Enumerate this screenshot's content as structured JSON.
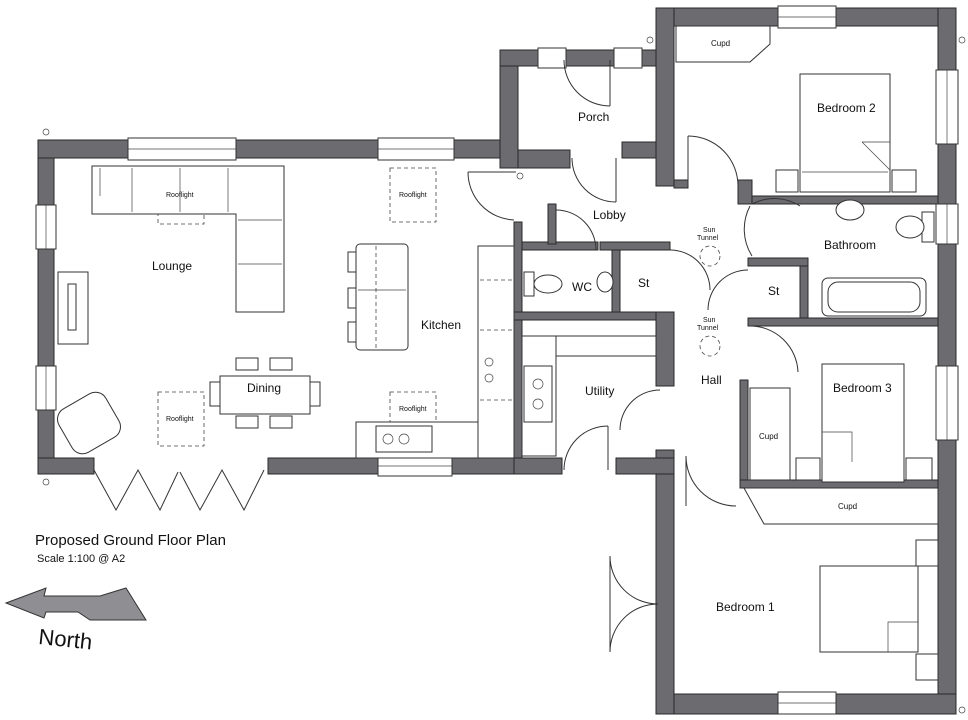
{
  "plan": {
    "title": "Proposed Ground Floor Plan",
    "scale": "Scale 1:100 @ A2",
    "north_label": "North"
  },
  "rooms": {
    "lounge": "Lounge",
    "dining": "Dining",
    "kitchen": "Kitchen",
    "porch": "Porch",
    "lobby": "Lobby",
    "wc": "WC",
    "store_1": "St",
    "store_2": "St",
    "utility": "Utility",
    "hall": "Hall",
    "bathroom": "Bathroom",
    "bedroom_1": "Bedroom 1",
    "bedroom_2": "Bedroom 2",
    "bedroom_3": "Bedroom 3"
  },
  "annotations": {
    "rooflight": "Rooflight",
    "cupd": "Cupd",
    "sun_tunnel_line1": "Sun",
    "sun_tunnel_line2": "Tunnel"
  },
  "colors": {
    "wall": "#6b6b70",
    "line": "#333333",
    "background": "#ffffff"
  }
}
